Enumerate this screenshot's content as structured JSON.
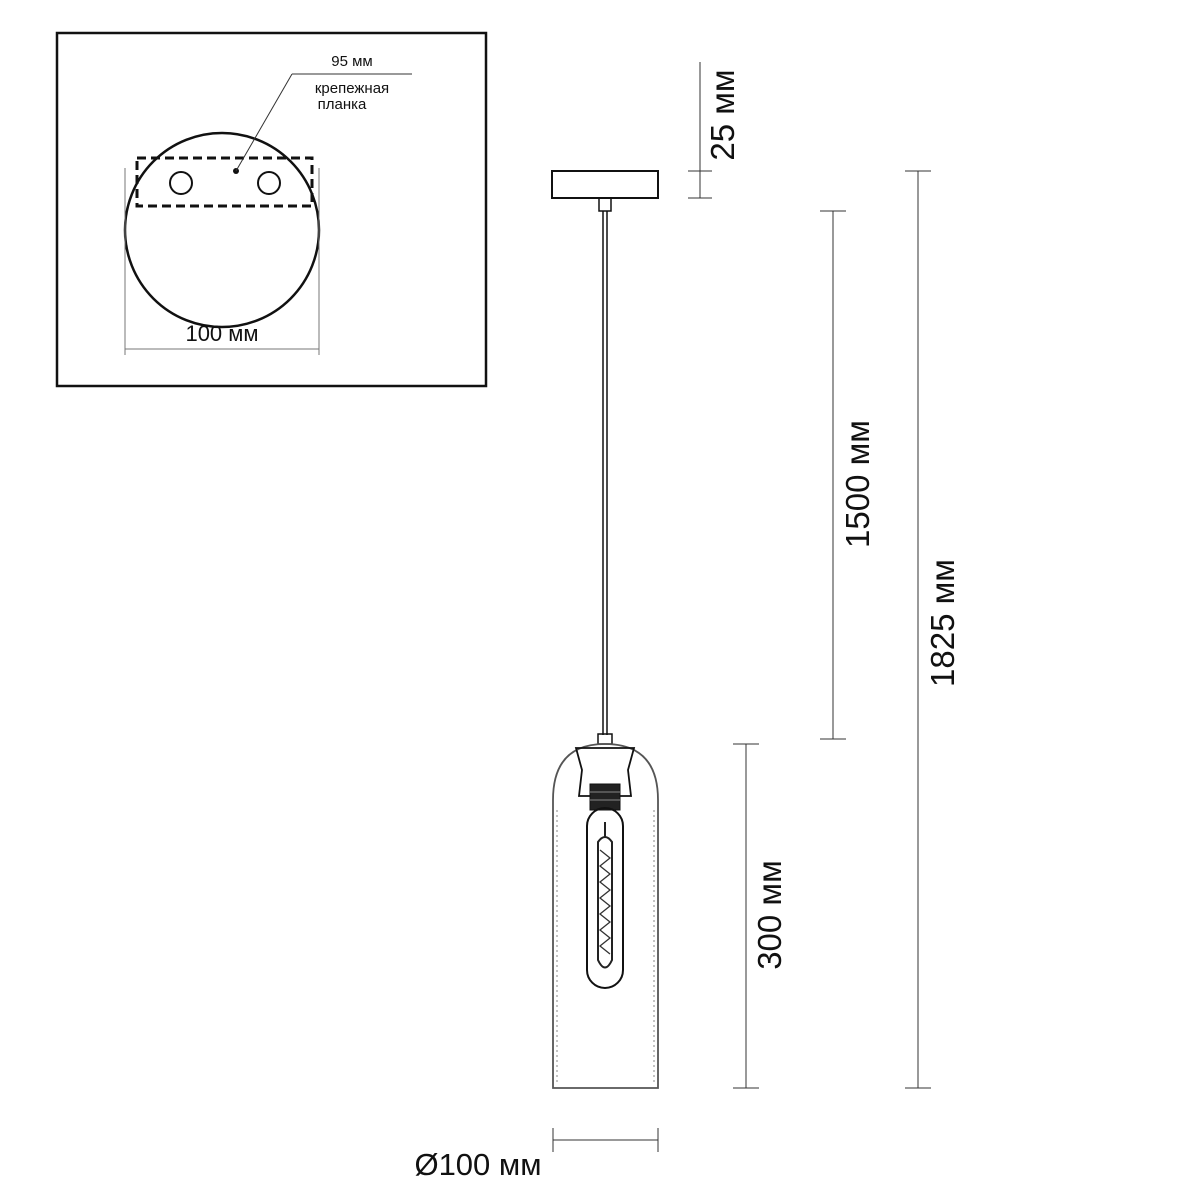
{
  "inset": {
    "label_95": "95 мм",
    "label_plate_line1": "крепежная",
    "label_plate_line2": "планка",
    "label_100": "100 мм"
  },
  "dimensions": {
    "canopy_height": "25 мм",
    "cable_length": "1500 мм",
    "total_height": "1825 мм",
    "shade_height": "300 мм",
    "shade_diameter": "Ø100 мм"
  },
  "colors": {
    "line": "#111111",
    "dim_line": "#333333",
    "glass": "#555555",
    "background": "#ffffff"
  }
}
